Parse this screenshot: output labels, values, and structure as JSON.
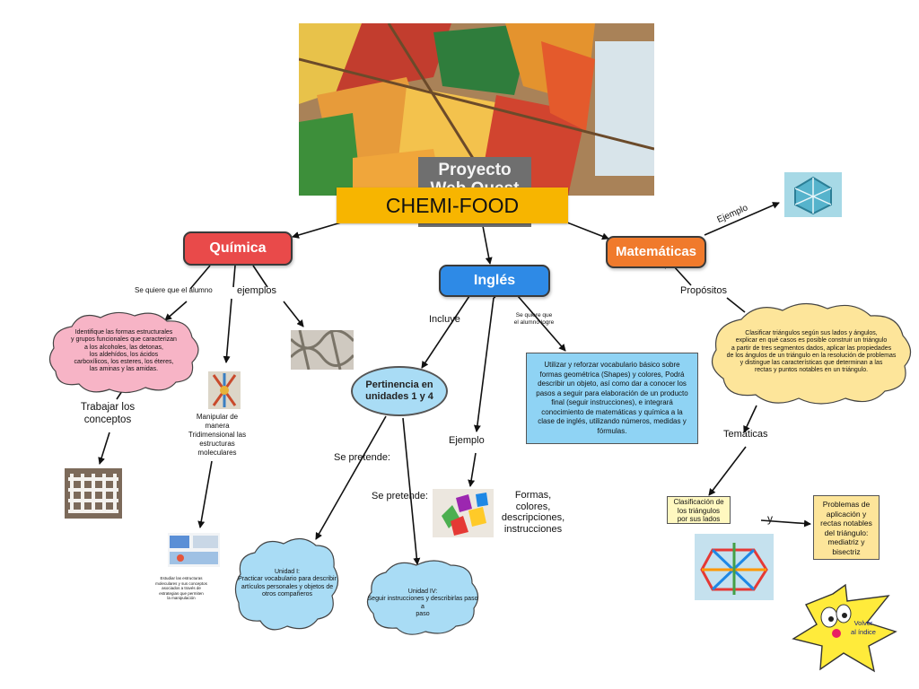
{
  "title": "CHEMI-FOOD",
  "banner": {
    "line1": "Proyecto",
    "line2": "Web Quest"
  },
  "colors": {
    "title": "#f7b500",
    "quimica": "#e94a4a",
    "ingles": "#2e8ae6",
    "matematicas": "#f07a2c",
    "pink_cloud": "#f7b4c6",
    "blue_cloud": "#a9dcf5",
    "yellow_cloud": "#fde59a"
  },
  "quimica": {
    "label": "Química",
    "se_quiere": "Se quiere que el alumno",
    "ejemplos": "ejemplos",
    "cloud": [
      "Identifique las formas estructurales",
      "y grupos funcionales que caracterizan",
      "a los alcoholes, las detonas,",
      "los aldehídos, los ácidos",
      "carboxílicos, los esteres, los éteres,",
      "las aminas y las amidas."
    ],
    "trabajar": [
      "Trabajar los",
      "conceptos"
    ],
    "manipular": [
      "Manipular de",
      "manera",
      "Tridimensional las",
      "estructuras",
      "moleculares"
    ],
    "estudiar": [
      "Estudiar las estructuras",
      "moleculares y sus conceptos",
      "asociados a través de",
      "estrategias que permiten",
      "la manipulación"
    ]
  },
  "ingles": {
    "label": "Inglés",
    "incluye": "Incluye",
    "se_quiere": [
      "Se quiere que",
      "el alumno logre"
    ],
    "ejemplo": "Ejemplo",
    "pertinencia": [
      "Pertinencia en",
      "unidades 1 y 4"
    ],
    "se_pretende_1": "Se pretende:",
    "se_pretende_2": "Se pretende:",
    "unidad1": [
      "Unidad I:",
      "Practicar vocabulario para describir",
      "artículos personales y objetos de",
      "otros compañeros"
    ],
    "unidad4": [
      "Unidad IV:",
      "Seguir instrucciones y describirlas paso a",
      "paso"
    ],
    "formas": [
      "Formas,",
      "colores,",
      "descripciones,",
      "instrucciones"
    ],
    "box": [
      "Utilizar y reforzar vocabulario básico sobre",
      "formas geométrica (Shapes) y colores, Podrá",
      "describir un objeto, así como dar a conocer los",
      "pasos a seguir para elaboración de un producto",
      "final (seguir instrucciones), e integrará",
      "conocimiento de matemáticas y química a la",
      "clase de inglés, utilizando números, medidas y",
      "fórmulas."
    ]
  },
  "matematicas": {
    "label": "Matemáticas",
    "ejemplo": "Ejemplo",
    "propositos": "Propósitos",
    "tematicas": "Temáticas",
    "y": "y",
    "cloud": [
      "Clasificar triángulos según sus lados y ángulos,",
      "explicar en qué casos es posible construir un triángulo",
      "a partir de tres segmentos dados, aplicar las propiedades",
      "de los ángulos de un triángulo en la resolución de problemas",
      "y distingue las características que determinan a las",
      "rectas y puntos notables en un triángulo."
    ],
    "clasificacion": [
      "Clasificación de",
      "los triángulos",
      "por sus lados"
    ],
    "problemas": [
      "Problemas de",
      "aplicación y",
      "rectas notables",
      "del triángulo:",
      "mediatriz y",
      "bisectriz"
    ]
  },
  "volver": [
    "Volver",
    "al índice"
  ]
}
